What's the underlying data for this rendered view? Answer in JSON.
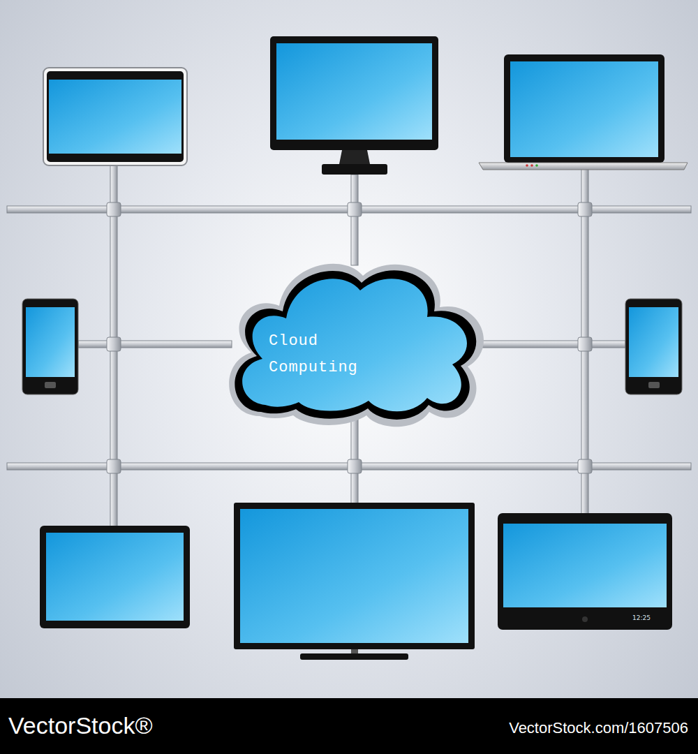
{
  "diagram": {
    "nodes": [
      {
        "text": [
          "Cloud Computing"
        ]
      }
    ],
    "labels": [
      "12:25",
      "VectorStock®",
      "VectorStock.com/1607506"
    ]
  }
}
